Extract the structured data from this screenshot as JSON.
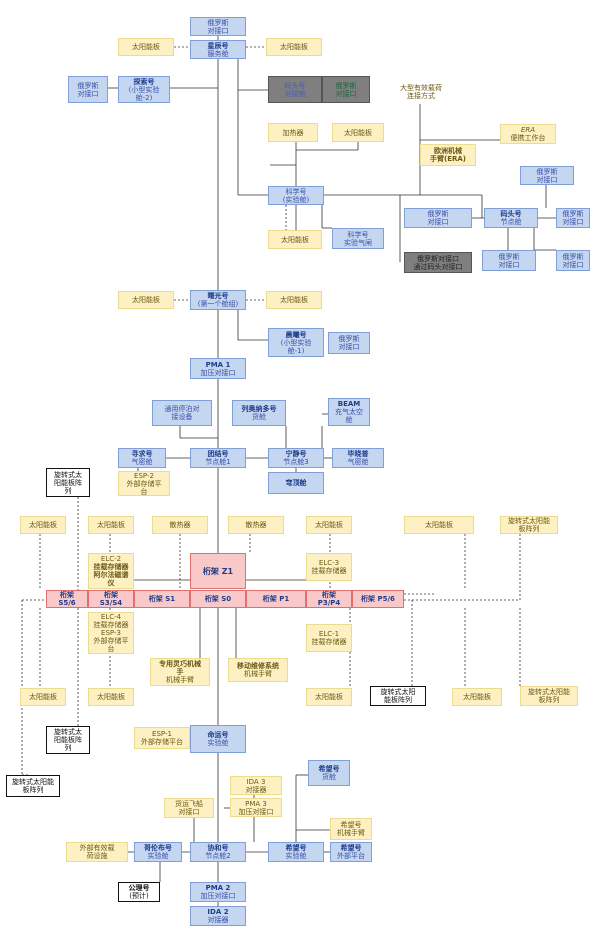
{
  "nodes": {
    "rus_port_top": [
      "俄罗斯",
      "对接口"
    ],
    "zvezda": [
      "星辰号",
      "服务舱"
    ],
    "solar_zv_l": [
      "太阳能板"
    ],
    "solar_zv_r": [
      "太阳能板"
    ],
    "poisk": [
      "探索号",
      "(小型实验",
      "舱-2)"
    ],
    "rus_poisk": [
      "俄罗斯",
      "对接口"
    ],
    "pier_gray": [
      "码头号",
      "对接舱"
    ],
    "rus_gray": [
      "俄罗斯",
      "对接口"
    ],
    "big_payload": [
      "大型有效载荷",
      "连接方式"
    ],
    "era_work": [
      "ERA",
      "便携工作台"
    ],
    "era_arm": [
      "欧洲机械",
      "手臂(ERA)"
    ],
    "heater": [
      "加热器"
    ],
    "solar_nauka": [
      "太阳能板"
    ],
    "nauka": [
      "科学号",
      "(实验舱)"
    ],
    "rus_prichal_top": [
      "俄罗斯",
      "对接口"
    ],
    "rus_prichal_l": [
      "俄罗斯",
      "对接口"
    ],
    "prichal": [
      "码头号",
      "节点舱"
    ],
    "rus_prichal_r": [
      "俄罗斯",
      "对接口"
    ],
    "solar_nauka2": [
      "太阳能板"
    ],
    "airlock_sci": [
      "科学号",
      "实验气闸"
    ],
    "rus_via_gray": [
      "俄罗斯对接口",
      "通过码头对接口"
    ],
    "rus_prichal_b1": [
      "俄罗斯",
      "对接口"
    ],
    "rus_prichal_b2": [
      "俄罗斯",
      "对接口"
    ],
    "zarya": [
      "曙光号",
      "(第一个舱组)"
    ],
    "solar_za_l": [
      "太阳能板"
    ],
    "solar_za_r": [
      "太阳能板"
    ],
    "rassvet": [
      "晨曦号",
      "(小型实验",
      "舱-1)"
    ],
    "rus_rassvet": [
      "俄罗斯",
      "对接口"
    ],
    "pma1": [
      "PMA 1",
      "加压对接口"
    ],
    "cbm": [
      "通用停泊对",
      "接设备"
    ],
    "leonardo": [
      "列奥纳多号",
      "货舱"
    ],
    "beam": [
      "BEAM",
      "充气太空",
      "舱"
    ],
    "quest": [
      "寻求号",
      "气密舱"
    ],
    "unity": [
      "团结号",
      "节点舱1"
    ],
    "tranquility": [
      "宁静号",
      "节点舱3"
    ],
    "bishop": [
      "毕晓普",
      "气密舱"
    ],
    "esp2": [
      "ESP-2",
      "外部存储平",
      "台"
    ],
    "cupola": [
      "穹顶舱"
    ],
    "rosa_tl": [
      "旋转式太",
      "阳能板阵",
      "列"
    ],
    "solar_a": [
      "太阳能板"
    ],
    "solar_b": [
      "太阳能板"
    ],
    "radiator_l": [
      "散热器"
    ],
    "radiator_r": [
      "散热器"
    ],
    "solar_c": [
      "太阳能板"
    ],
    "solar_d": [
      "太阳能板"
    ],
    "rosa_tr": [
      "旋转式太阳能",
      "板阵列"
    ],
    "elc2": [
      "ELC-2",
      "挂载存储器",
      "阿尔法磁谱",
      "仪"
    ],
    "z1": [
      "桁架 Z1"
    ],
    "elc3": [
      "ELC-3",
      "挂载存储器"
    ],
    "s56": [
      "桁架",
      "S5/6"
    ],
    "s34": [
      "桁架",
      "S3/S4"
    ],
    "s1": [
      "桁架 S1"
    ],
    "s0": [
      "桁架 S0"
    ],
    "p1": [
      "桁架 P1"
    ],
    "p34": [
      "桁架",
      "P3/P4"
    ],
    "p56": [
      "桁架 P5/6"
    ],
    "elc4": [
      "ELC-4",
      "挂载存储器",
      "ESP-3",
      "外部存储平",
      "台"
    ],
    "elc1": [
      "ELC-1",
      "挂载存储器"
    ],
    "dextre": [
      "专用灵巧机械",
      "手",
      "机械手臂"
    ],
    "mss": [
      "移动维修系统",
      "机械手臂"
    ],
    "solar_e": [
      "太阳能板"
    ],
    "solar_f": [
      "太阳能板"
    ],
    "solar_g": [
      "太阳能板"
    ],
    "rosa_m": [
      "旋转式太阳",
      "能板阵列"
    ],
    "solar_h": [
      "太阳能板"
    ],
    "rosa_r": [
      "旋转式太阳能",
      "板阵列"
    ],
    "rosa_bl": [
      "旋转式太",
      "阳能板阵",
      "列"
    ],
    "esp1": [
      "ESP-1",
      "外部存储平台"
    ],
    "destiny": [
      "命运号",
      "实验舱"
    ],
    "rosa_bl2": [
      "旋转式太阳能",
      "板阵列"
    ],
    "ida3": [
      "IDA 3",
      "对接器"
    ],
    "pma3": [
      "PMA 3",
      "加压对接口"
    ],
    "kibo_elm": [
      "希望号",
      "货舱"
    ],
    "cargo_port": [
      "货运飞船",
      "对接口"
    ],
    "kibo_arm": [
      "希望号",
      "机械手臂"
    ],
    "ext_payload": [
      "外部有效载",
      "荷设施"
    ],
    "columbus": [
      "哥伦布号",
      "实验舱"
    ],
    "harmony": [
      "协和号",
      "节点舱2"
    ],
    "kibo": [
      "希望号",
      "实验舱"
    ],
    "kibo_ef": [
      "希望号",
      "外部平台"
    ],
    "axiom": [
      "公理号",
      "(预计)"
    ],
    "pma2": [
      "PMA 2",
      "加压对接口"
    ],
    "ida2": [
      "IDA 2",
      "对接器"
    ]
  }
}
